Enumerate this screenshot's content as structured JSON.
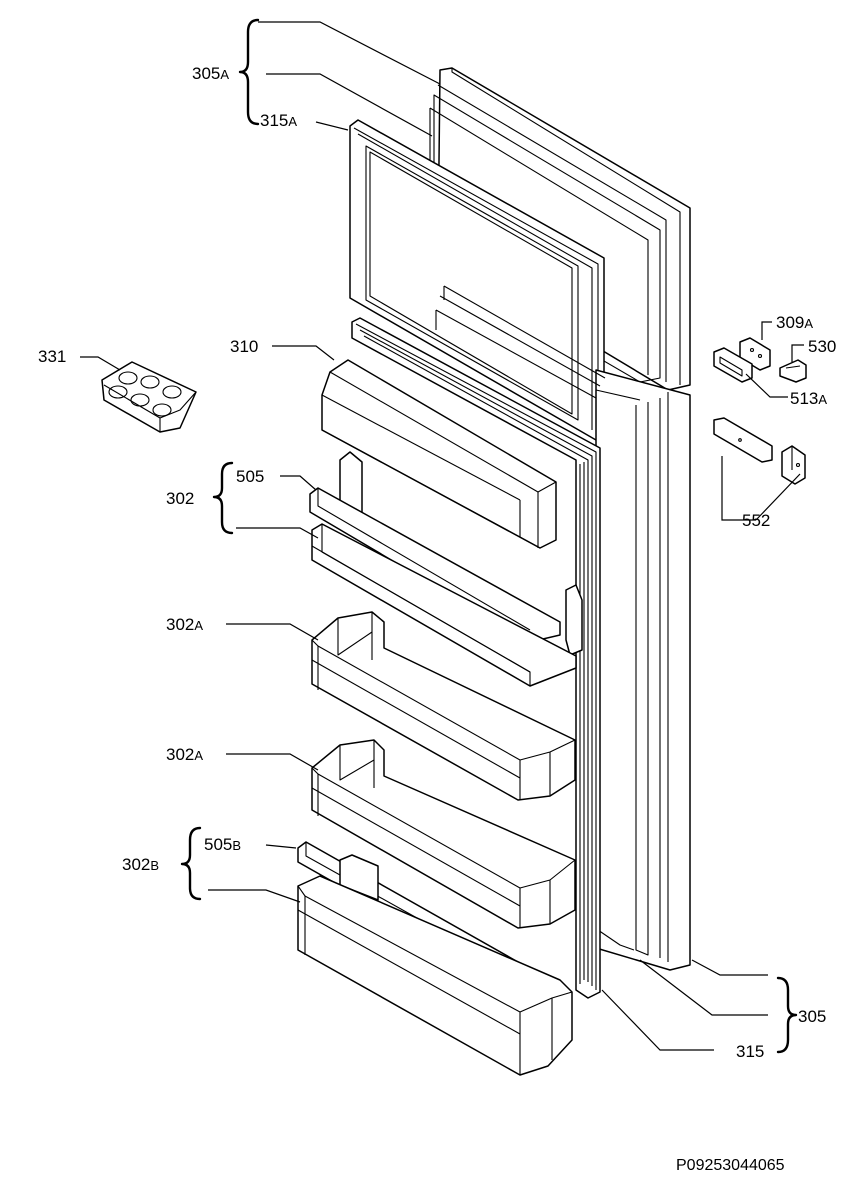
{
  "labels": {
    "l305A": {
      "main": "305",
      "suffix": "A"
    },
    "l315A": {
      "main": "315",
      "suffix": "A"
    },
    "l310": {
      "main": "310",
      "suffix": ""
    },
    "l331": {
      "main": "331",
      "suffix": ""
    },
    "l302": {
      "main": "302",
      "suffix": ""
    },
    "l505": {
      "main": "505",
      "suffix": ""
    },
    "l302A_1": {
      "main": "302",
      "suffix": "A"
    },
    "l302A_2": {
      "main": "302",
      "suffix": "A"
    },
    "l302B": {
      "main": "302",
      "suffix": "B"
    },
    "l505B": {
      "main": "505",
      "suffix": "B"
    },
    "l309A": {
      "main": "309",
      "suffix": "A"
    },
    "l530": {
      "main": "530",
      "suffix": ""
    },
    "l513A": {
      "main": "513",
      "suffix": "A"
    },
    "l552": {
      "main": "552",
      "suffix": ""
    },
    "l305": {
      "main": "305",
      "suffix": ""
    },
    "l315": {
      "main": "315",
      "suffix": ""
    }
  },
  "reference_code": "P09253044065"
}
